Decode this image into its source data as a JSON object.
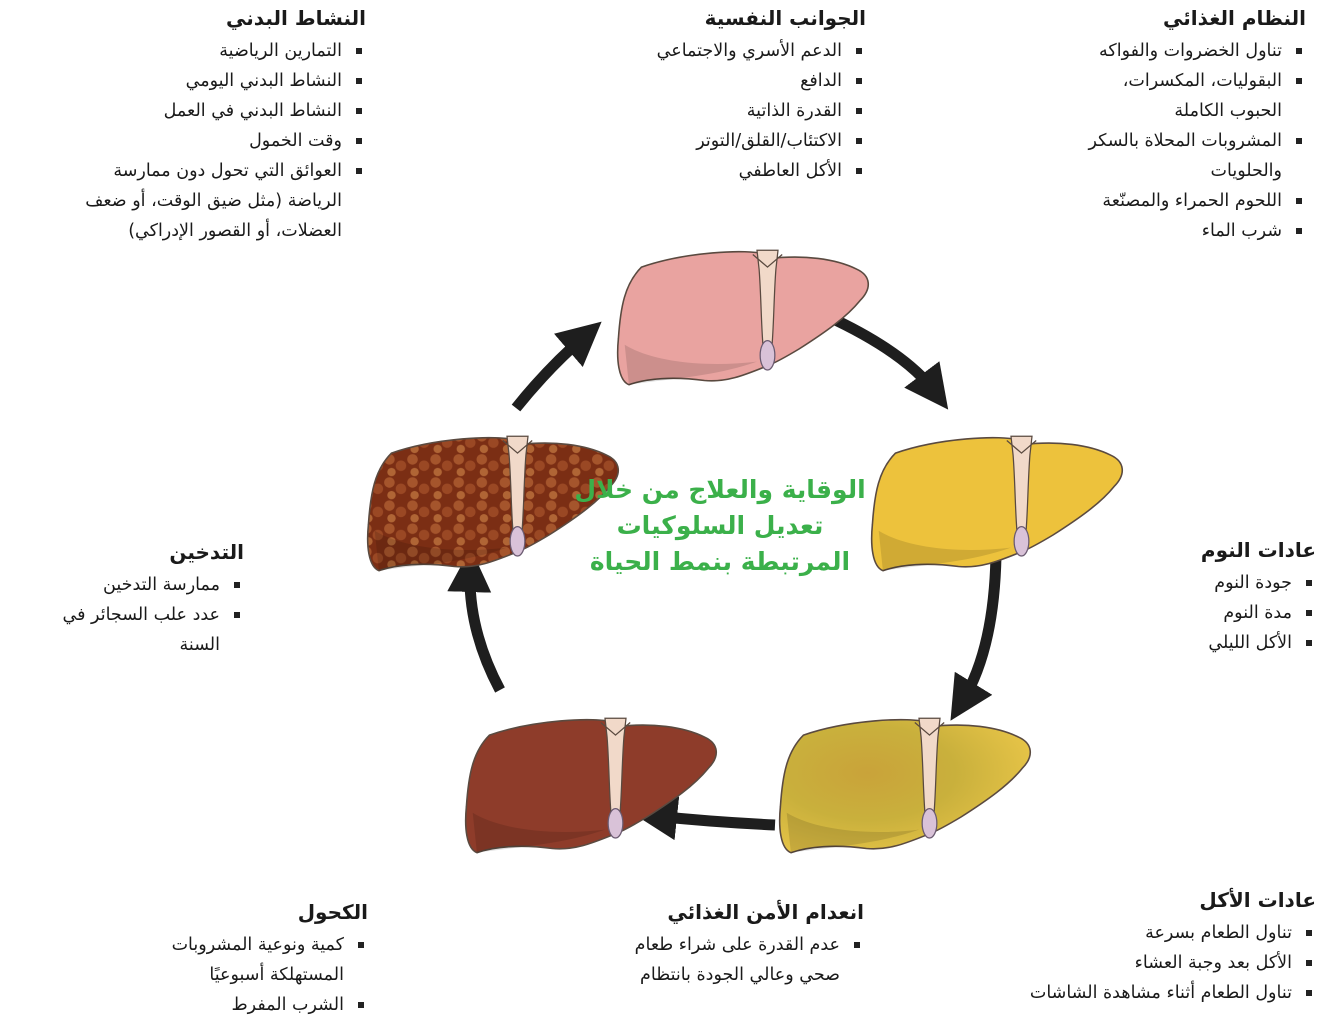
{
  "center_title": "الوقاية والعلاج من خلال تعديل السلوكيات المرتبطة بنمط الحياة",
  "sections": {
    "diet": {
      "title": "النظام الغذائي",
      "items": [
        "تناول الخضروات والفواكه",
        "البقوليات، المكسرات، الحبوب الكاملة",
        "المشروبات المحلاة بالسكر والحلويات",
        "اللحوم الحمراء والمصنّعة",
        "شرب الماء"
      ]
    },
    "psych": {
      "title": "الجوانب النفسية",
      "items": [
        "الدعم الأسري والاجتماعي",
        "الدافع",
        "القدرة الذاتية",
        "الاكتئاب/القلق/التوتر",
        "الأكل العاطفي"
      ]
    },
    "activity": {
      "title": "النشاط البدني",
      "items": [
        "التمارين الرياضية",
        "النشاط البدني اليومي",
        "النشاط البدني في العمل",
        "وقت الخمول",
        "العوائق التي تحول دون ممارسة الرياضة (مثل ضيق الوقت، أو ضعف العضلات، أو القصور الإدراكي)"
      ]
    },
    "sleep": {
      "title": "عادات النوم",
      "items": [
        "جودة النوم",
        "مدة النوم",
        "الأكل الليلي"
      ]
    },
    "smoking": {
      "title": "التدخين",
      "items": [
        "ممارسة التدخين",
        "عدد علب السجائر في السنة"
      ]
    },
    "eating": {
      "title": "عادات الأكل",
      "items": [
        "تناول الطعام بسرعة",
        "الأكل بعد وجبة العشاء",
        "تناول الطعام أثناء مشاهدة الشاشات"
      ]
    },
    "food_insecurity": {
      "title": "انعدام الأمن الغذائي",
      "items": [
        "عدم القدرة على شراء طعام صحي وعالي الجودة بانتظام"
      ]
    },
    "alcohol": {
      "title": "الكحول",
      "items": [
        "كمية ونوعية المشروبات المستهلكة أسبوعيًا",
        "الشرب المفرط"
      ]
    }
  },
  "livers": [
    {
      "stage": "healthy",
      "color": "#e9a3a0"
    },
    {
      "stage": "fatty",
      "color": "#edc23c"
    },
    {
      "stage": "inflamed",
      "color": "#d9b93a"
    },
    {
      "stage": "fibrotic",
      "color": "#8e3c2a"
    },
    {
      "stage": "cirrhotic",
      "color": "#7b2e14"
    }
  ],
  "colors": {
    "accent_green": "#3bb04a",
    "arrow": "#1e1e1e"
  }
}
